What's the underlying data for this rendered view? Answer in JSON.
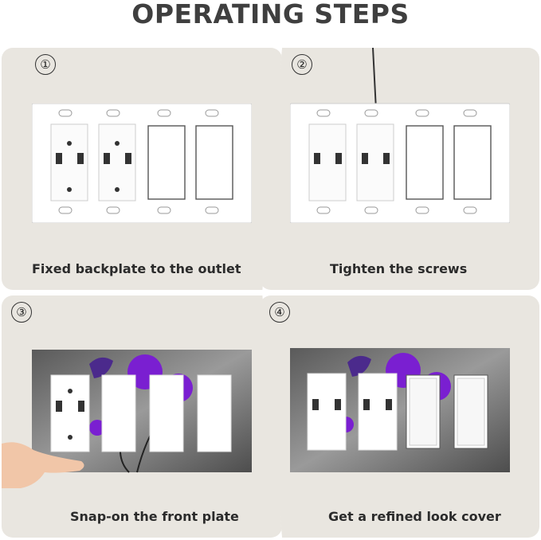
{
  "title": "OPERATING STEPS",
  "steps": [
    {
      "number": "①",
      "caption": "Fixed backplate to the outlet"
    },
    {
      "number": "②",
      "caption": "Tighten the screws"
    },
    {
      "number": "③",
      "caption": "Snap-on the front plate"
    },
    {
      "number": "④",
      "caption": "Get a refined look cover"
    }
  ],
  "colors": {
    "background_panel": "#e9e6e0",
    "accent_flower": "#7a1fd1",
    "plate_gray": "#7d7d7d"
  },
  "icons": [
    "screwdriver-icon",
    "hand-icon",
    "butterfly-icon"
  ]
}
